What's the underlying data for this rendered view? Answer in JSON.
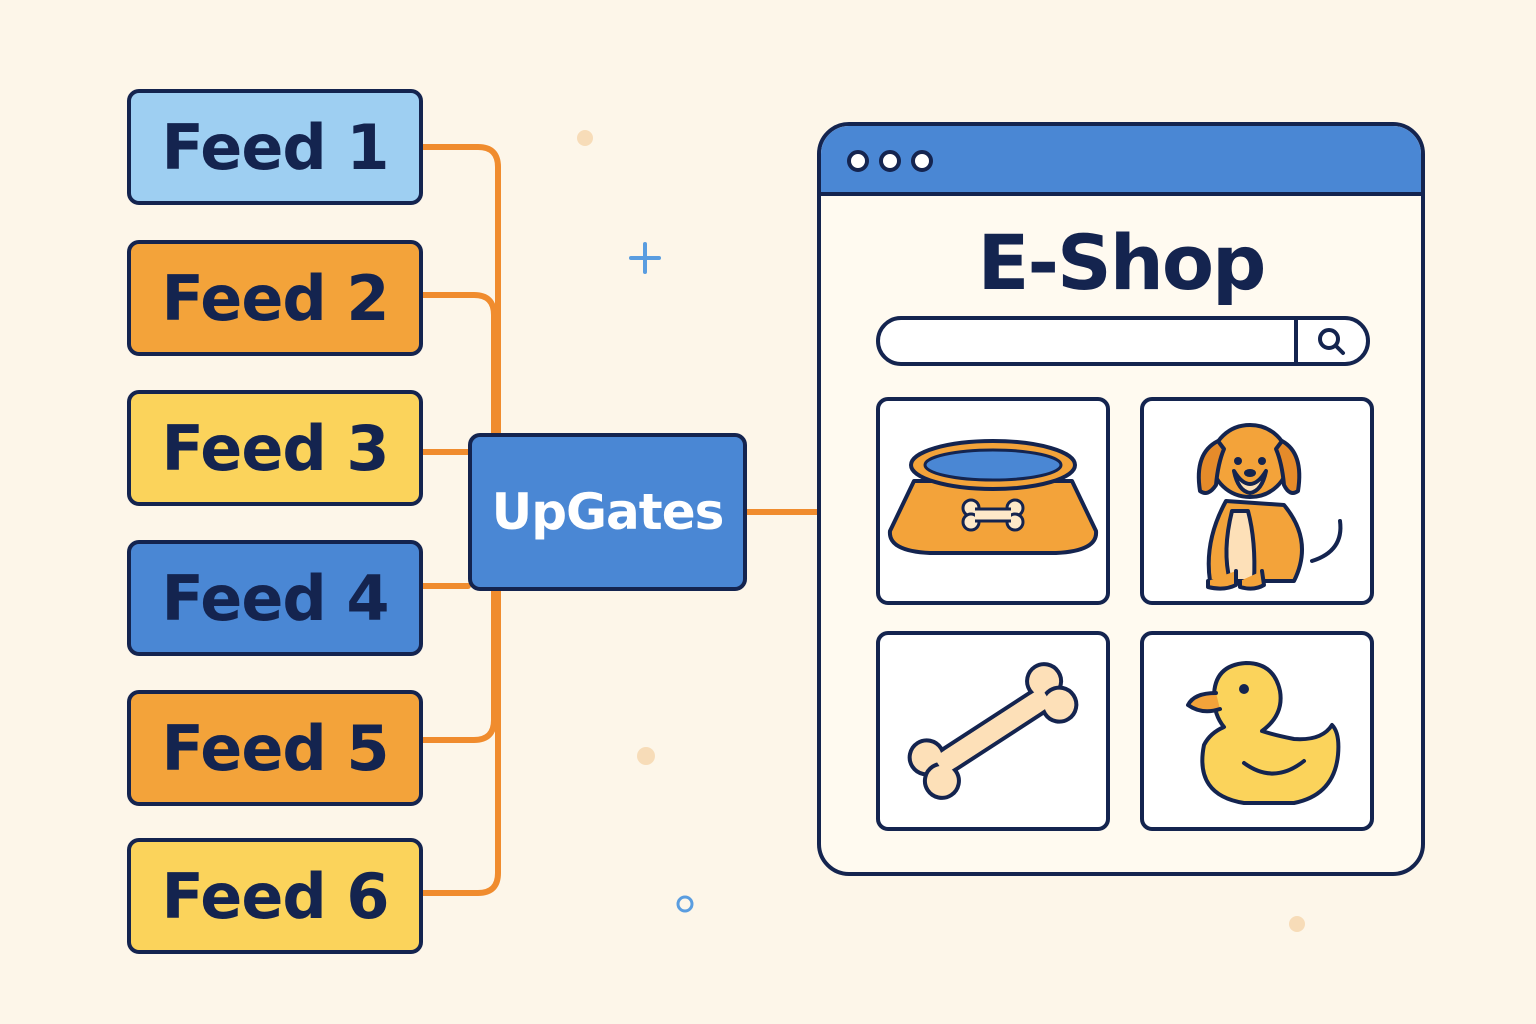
{
  "feeds": [
    {
      "label": "Feed 1",
      "color": "#9ecff2"
    },
    {
      "label": "Feed 2",
      "color": "#f3a33a"
    },
    {
      "label": "Feed 3",
      "color": "#fbd35b"
    },
    {
      "label": "Feed 4",
      "color": "#4a87d4"
    },
    {
      "label": "Feed 5",
      "color": "#f3a33a"
    },
    {
      "label": "Feed 6",
      "color": "#fbd35b"
    }
  ],
  "hub": {
    "label": "UpGates",
    "color": "#4a87d4"
  },
  "connector_color": "#f08c2e",
  "eshop": {
    "title": "E-Shop",
    "titlebar_color": "#4a87d4",
    "products": [
      {
        "name": "dog-bowl-icon"
      },
      {
        "name": "dog-icon"
      },
      {
        "name": "bone-icon"
      },
      {
        "name": "rubber-duck-icon"
      }
    ]
  }
}
